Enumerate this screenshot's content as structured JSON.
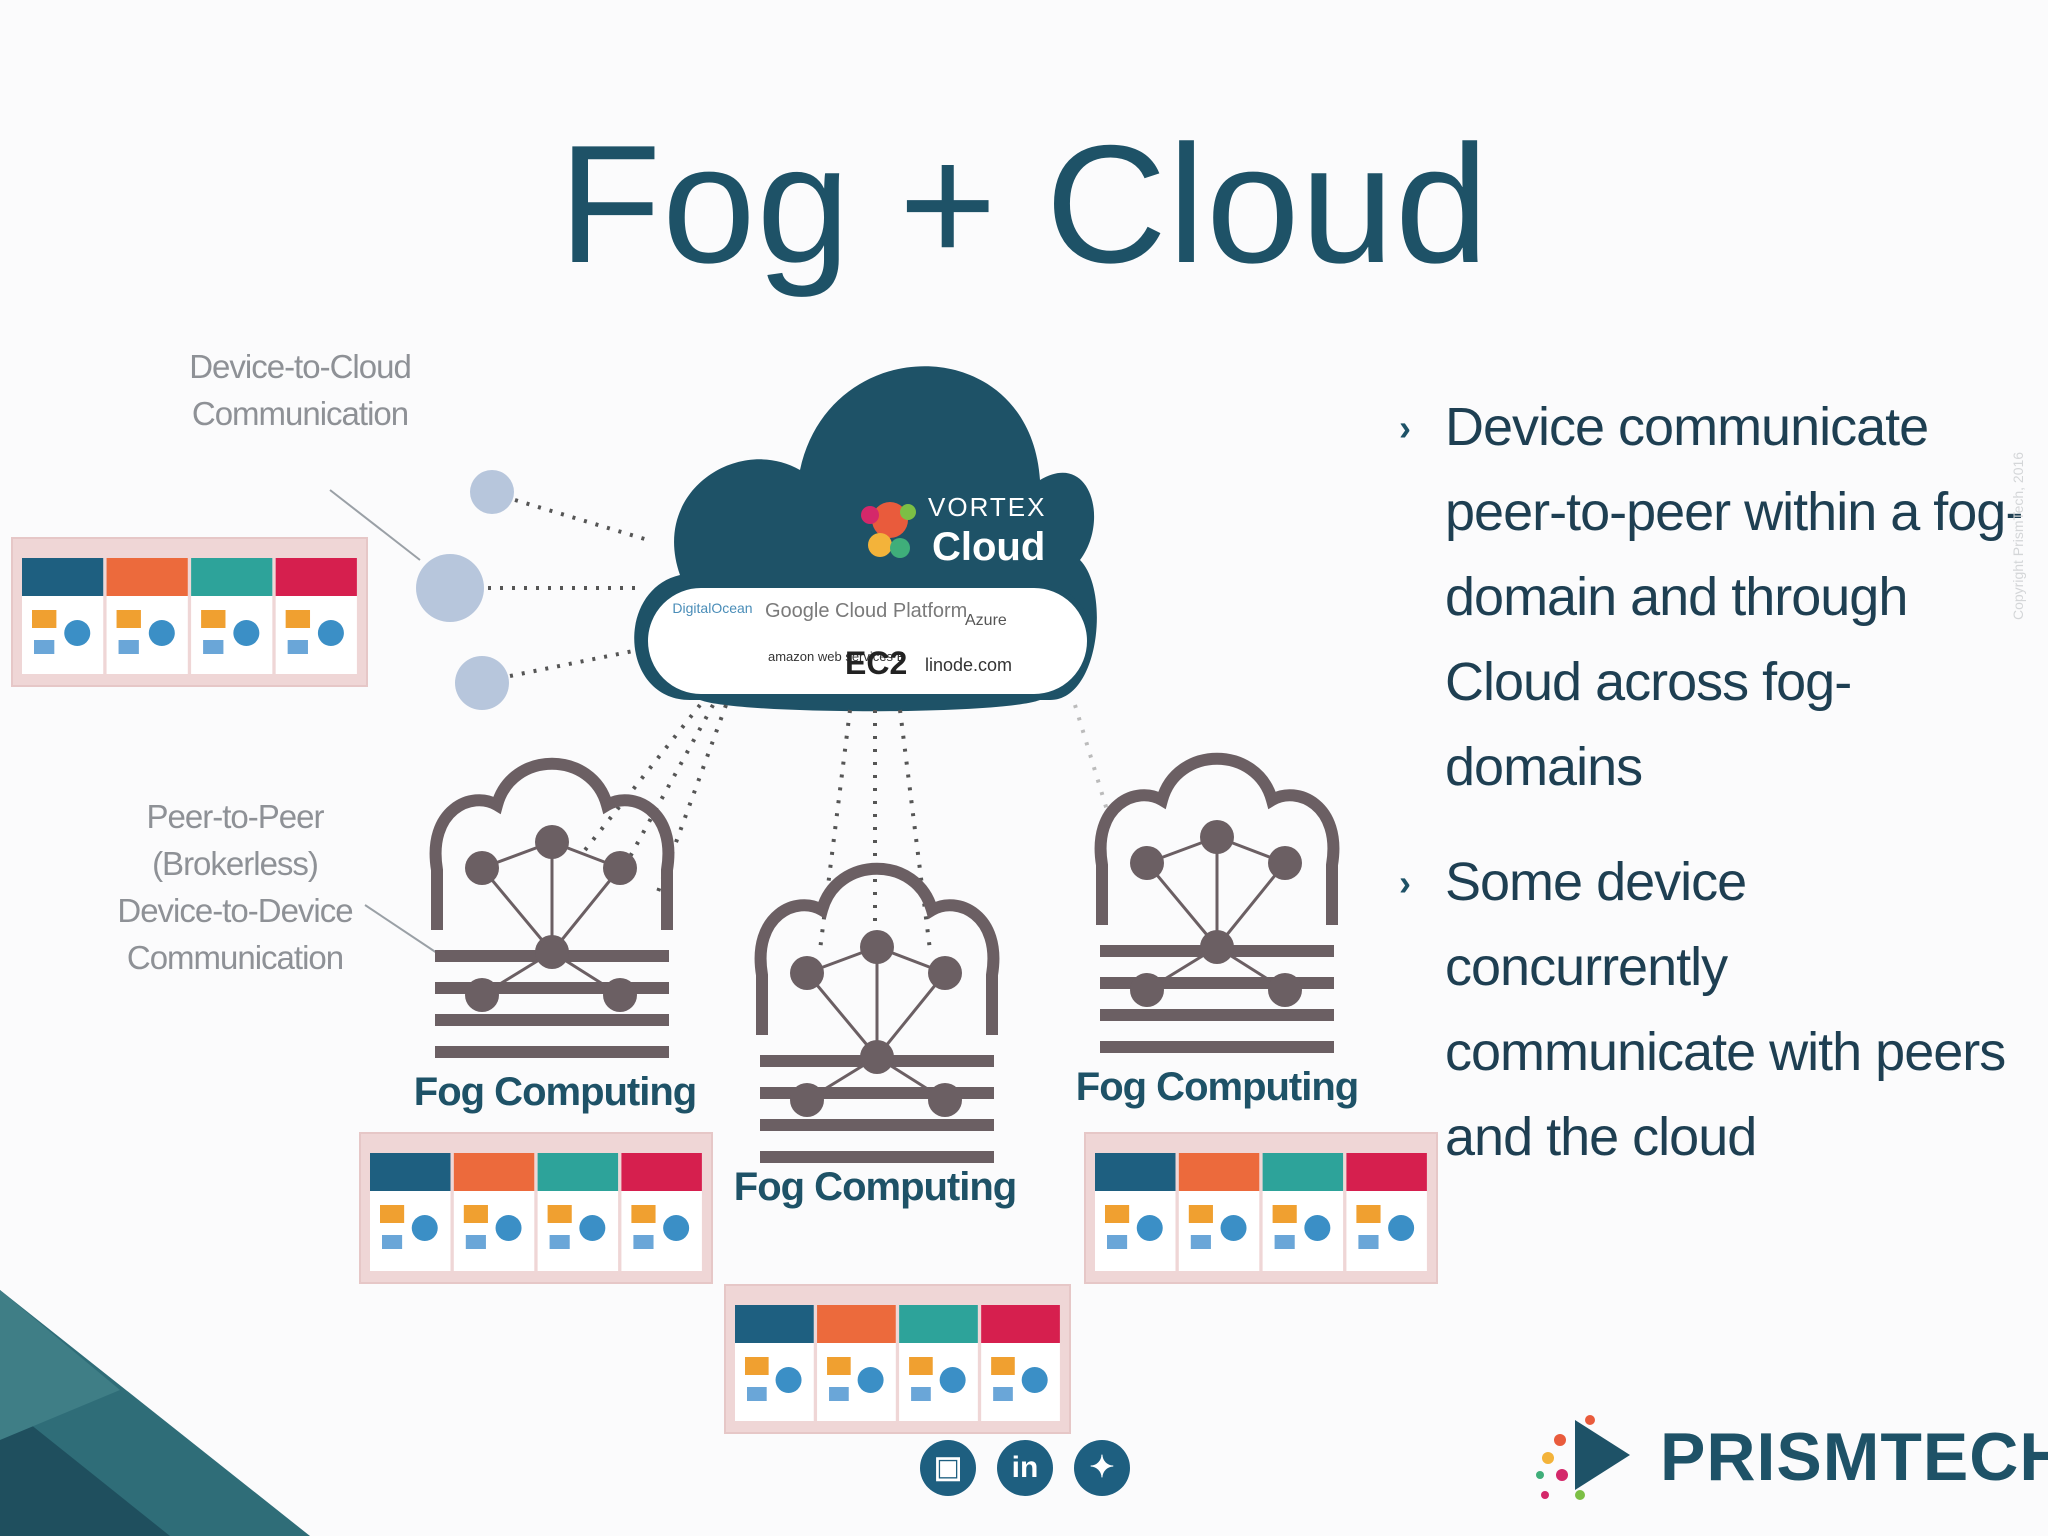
{
  "slide": {
    "title": "Fog + Cloud",
    "copyright": "Copyright PrismTech, 2016"
  },
  "labels": {
    "device_to_cloud": "Device-to-Cloud Communication",
    "peer_to_peer_line1": "Peer-to-Peer",
    "peer_to_peer_line2": "(Brokerless)",
    "peer_to_peer_line3": "Device-to-Device",
    "peer_to_peer_line4": "Communication",
    "device_to_cloud_line1": "Device-to-Cloud",
    "device_to_cloud_line2": "Communication"
  },
  "cloud": {
    "brand_small": "VORTEX",
    "brand_big": "Cloud",
    "providers": [
      "DigitalOcean",
      "Google Cloud Platform",
      "Azure",
      "amazon web services EC2",
      "linode.com"
    ]
  },
  "fog_nodes": [
    {
      "label": "Fog Computing"
    },
    {
      "label": "Fog Computing"
    },
    {
      "label": "Fog Computing"
    }
  ],
  "bullets": [
    "Device communicate peer-to-peer within a fog-domain and through Cloud across fog-domains",
    "Some device concurrently communicate with peers and the cloud"
  ],
  "footer": {
    "brand": "PRISMTECH",
    "social": [
      "slideshare-icon",
      "linkedin-icon",
      "twitter-icon"
    ]
  },
  "colors": {
    "navy": "#1e5267",
    "gray_node": "#6b5f63",
    "app_blue": "#1e5f80",
    "app_orange": "#ec6a3c",
    "app_green": "#2da39a",
    "app_red": "#d61f4e"
  }
}
